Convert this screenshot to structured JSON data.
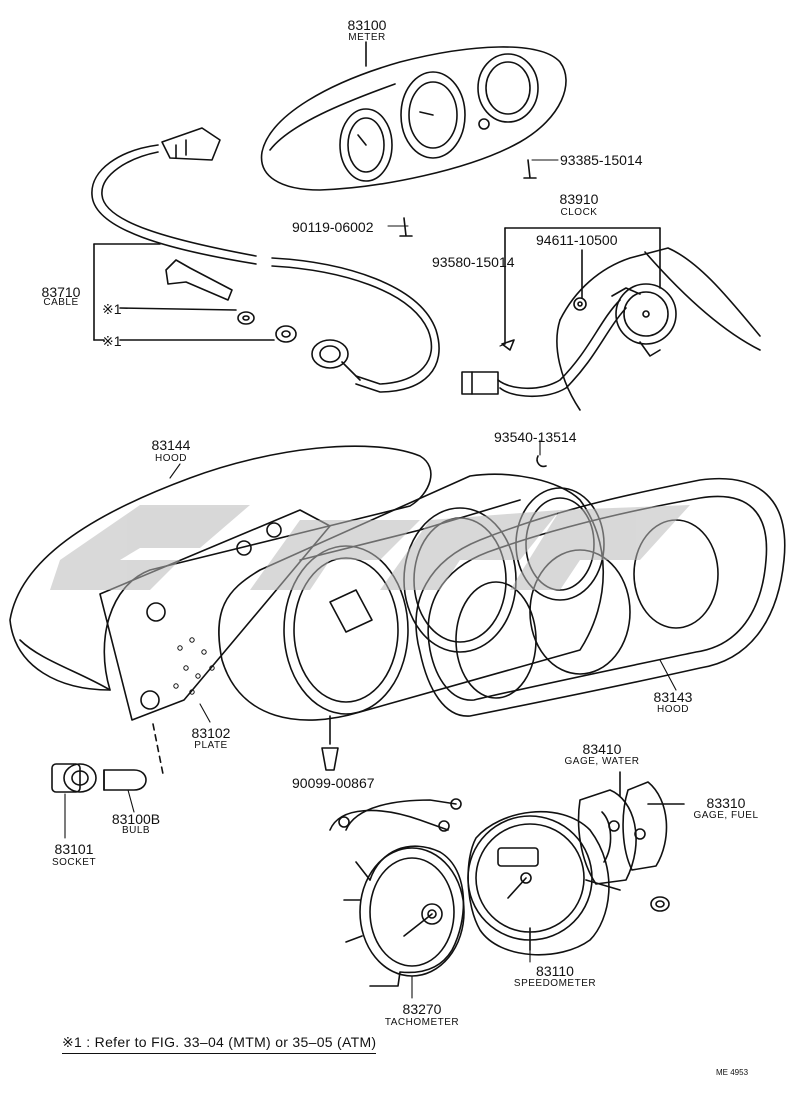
{
  "diagram": {
    "parts": {
      "meter": {
        "number": "83100",
        "name": "METER"
      },
      "clock": {
        "number": "83910",
        "name": "CLOCK"
      },
      "cable": {
        "number": "83710",
        "name": "CABLE"
      },
      "hood_left": {
        "number": "83144",
        "name": "HOOD"
      },
      "hood_right": {
        "number": "83143",
        "name": "HOOD"
      },
      "plate": {
        "number": "83102",
        "name": "PLATE"
      },
      "bulb": {
        "number": "83100B",
        "name": "BULB"
      },
      "socket": {
        "number": "83101",
        "name": "SOCKET"
      },
      "gage_water": {
        "number": "83410",
        "name": "GAGE, WATER"
      },
      "gage_fuel": {
        "number": "83310",
        "name": "GAGE, FUEL"
      },
      "speedometer": {
        "number": "83110",
        "name": "SPEEDOMETER"
      },
      "tachometer": {
        "number": "83270",
        "name": "TACHOMETER"
      }
    },
    "fasteners": {
      "screw_93385": "93385-15014",
      "screw_90119": "90119-06002",
      "screw_93580": "93580-15014",
      "screw_94611": "94611-10500",
      "screw_93540": "93540-13514",
      "screw_90099": "90099-00867"
    },
    "cable_refs": [
      "※1",
      "※1"
    ],
    "footnote": "※1 : Refer to FIG. 33–04 (MTM) or 35–05 (ATM)",
    "drawing_code": "ME 4953"
  }
}
